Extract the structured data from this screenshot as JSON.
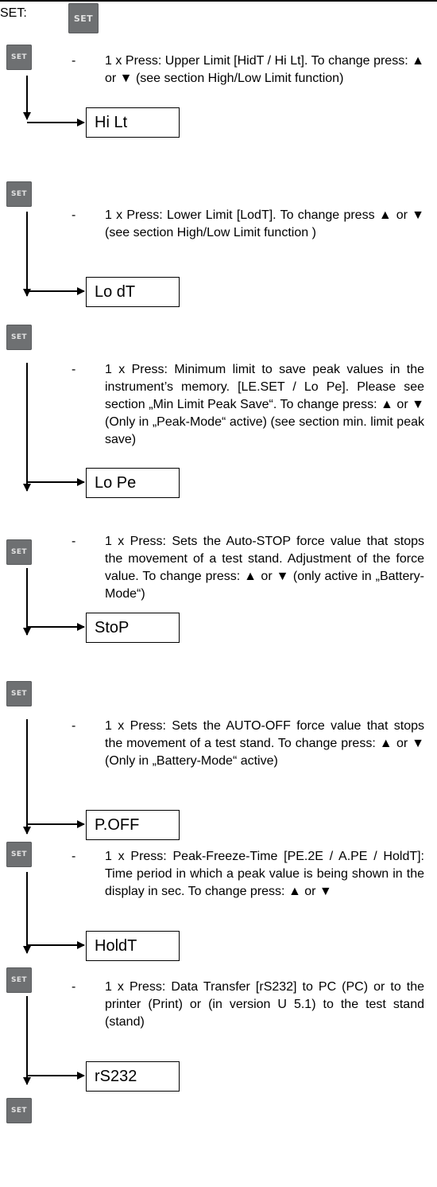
{
  "header": {
    "label": "SET:"
  },
  "set_key": {
    "label": "SET"
  },
  "dash": "-",
  "steps": [
    {
      "text": "1 x Press: Upper Limit [HidT / Hi Lt]. To change press: ▲ or ▼ (see section High/Low Limit function)",
      "display": "Hi Lt"
    },
    {
      "text": "1 x Press: Lower Limit [LodT]. To change press ▲ or ▼ (see section High/Low Limit function )",
      "display": "Lo dT"
    },
    {
      "text": "1 x Press: Minimum limit to save peak values in the instrument’s memory. [LE.SET / Lo Pe]. Please see section „Min Limit Peak Save“. To change press: ▲ or ▼ (Only in „Peak-Mode“ active) (see section min. limit peak save)",
      "display": "Lo Pe"
    },
    {
      "text": "1 x Press: Sets the Auto-STOP force value that stops the movement of a test stand. Adjustment of the force value. To change press: ▲ or ▼ (only active in „Battery-Mode“)",
      "display": "StoP"
    },
    {
      "text": "1 x Press: Sets the AUTO-OFF force value that stops the movement of a test stand. To change press: ▲ or ▼ (Only in „Battery-Mode“ active)",
      "display": "P.OFF"
    },
    {
      "text": "1 x Press: Peak-Freeze-Time [PE.2E / A.PE / HoldT]: Time period in which a peak value is being shown in the display in sec. To change press: ▲ or ▼",
      "display": "HoldT"
    },
    {
      "text": "1 x Press: Data Transfer [rS232] to PC (PC) or to the printer (Print) or (in version U 5.1) to the test stand (stand)",
      "display": "rS232"
    }
  ]
}
